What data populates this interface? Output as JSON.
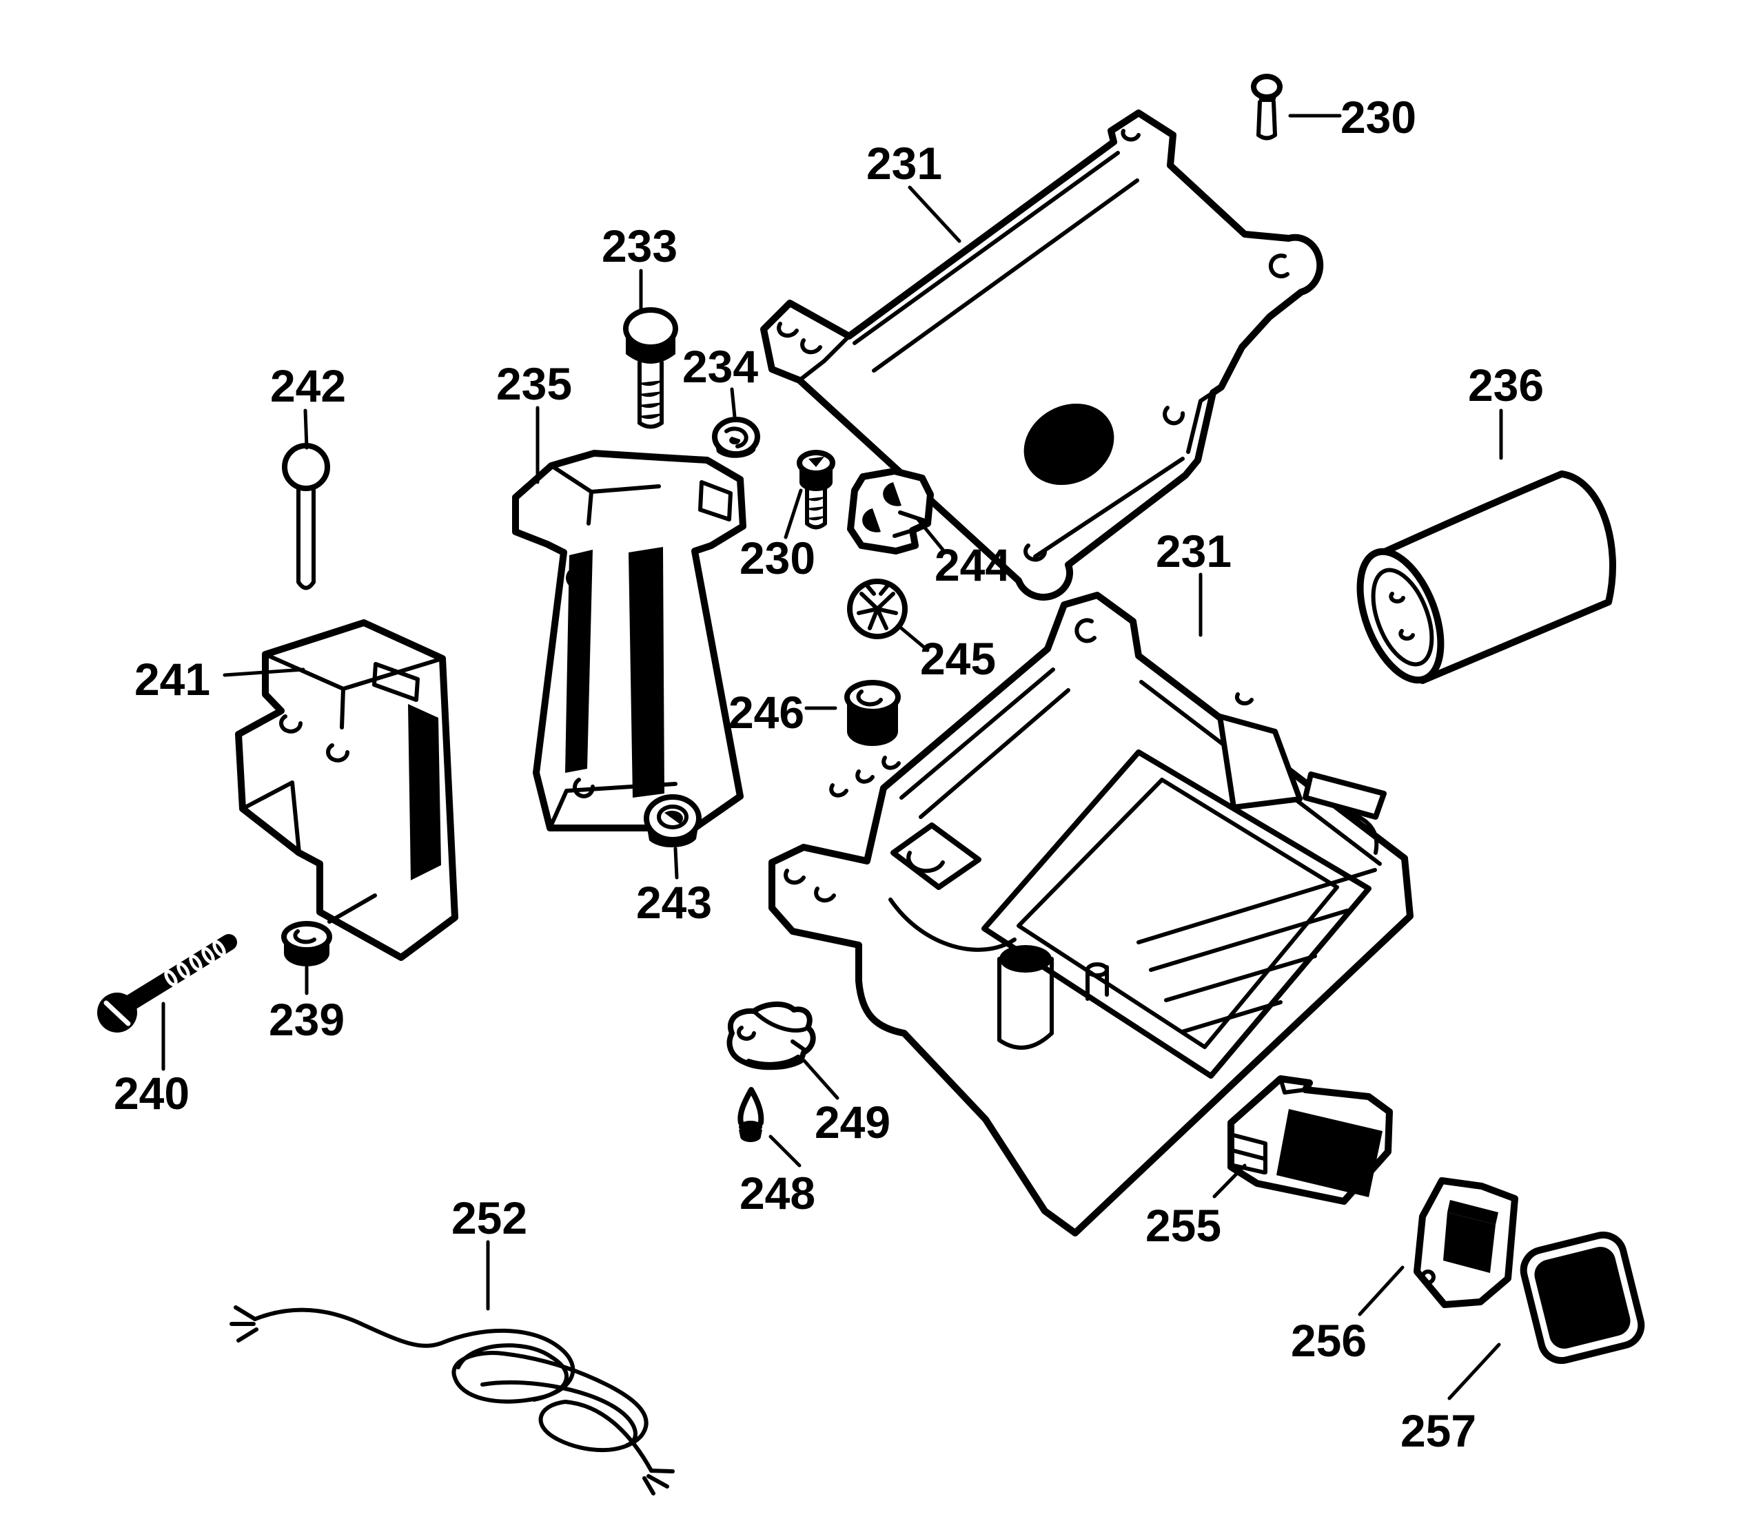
{
  "diagram": {
    "kind": "exploded-parts-diagram",
    "subject": "power tool switch-box assembly",
    "background_color": "#ffffff",
    "line_color": "#000000",
    "callout_count": 22
  },
  "callouts": [
    {
      "label": "230",
      "part": "pan-head-screw-top"
    },
    {
      "label": "231",
      "part": "top-cover-plate"
    },
    {
      "label": "233",
      "part": "hex-head-bolt"
    },
    {
      "label": "234",
      "part": "hex-nut-small"
    },
    {
      "label": "235",
      "part": "support-bracket"
    },
    {
      "label": "242",
      "part": "round-head-screw"
    },
    {
      "label": "236",
      "part": "capacitor"
    },
    {
      "label": "230",
      "part": "socket-head-screw"
    },
    {
      "label": "244",
      "part": "terminal-block"
    },
    {
      "label": "231",
      "part": "switch-box-housing"
    },
    {
      "label": "245",
      "part": "star-washer"
    },
    {
      "label": "241",
      "part": "mounting-bracket"
    },
    {
      "label": "246",
      "part": "grommet"
    },
    {
      "label": "243",
      "part": "hex-nut-large"
    },
    {
      "label": "239",
      "part": "spacer-bushing"
    },
    {
      "label": "240",
      "part": "long-screw"
    },
    {
      "label": "249",
      "part": "cable-clamp"
    },
    {
      "label": "248",
      "part": "clamp-screw"
    },
    {
      "label": "252",
      "part": "lead-wire-set"
    },
    {
      "label": "255",
      "part": "rocker-switch"
    },
    {
      "label": "256",
      "part": "switch-cover-plate"
    },
    {
      "label": "257",
      "part": "switch-gasket"
    }
  ]
}
